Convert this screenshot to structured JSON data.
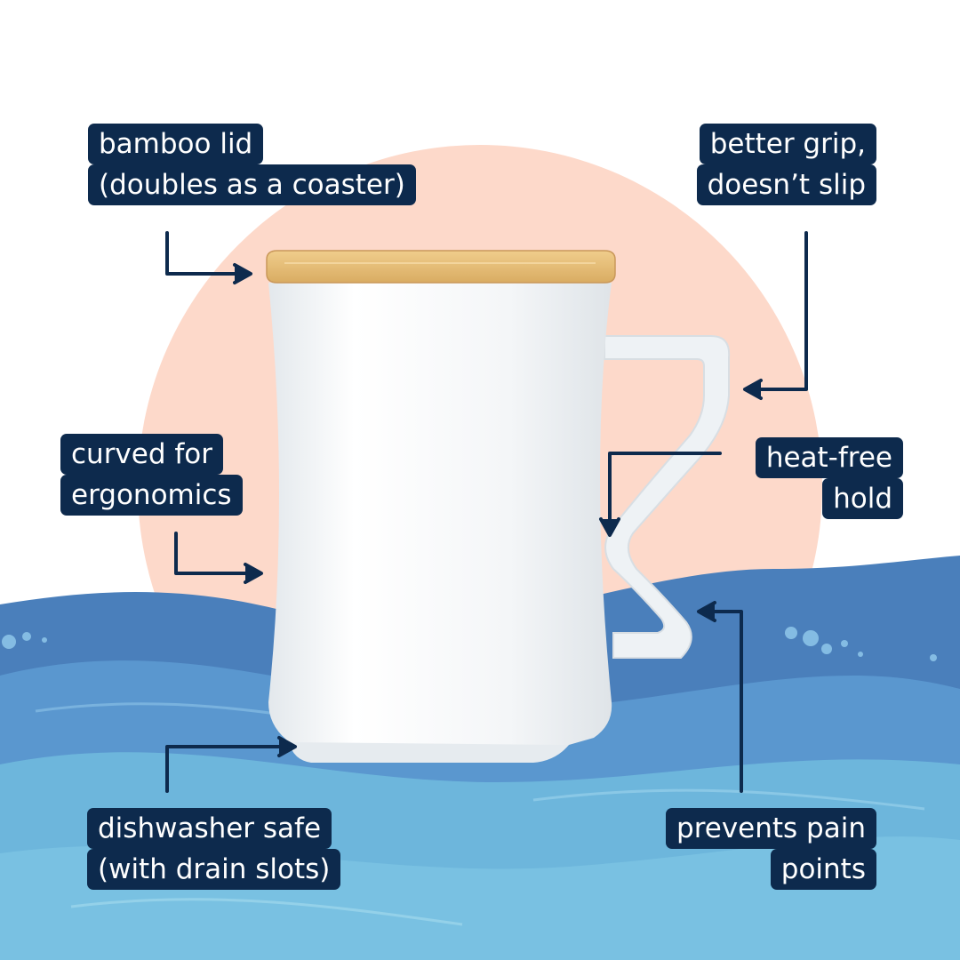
{
  "colors": {
    "background": "#ffffff",
    "circle": "#fdd9ca",
    "wave_dark": "#4a7fbb",
    "wave_mid": "#5a97cf",
    "wave_light": "#6db6dc",
    "label_bg": "#0d2a4d",
    "arrow": "#0d2a4d",
    "mug_body": "#f3f6f8",
    "lid": "#e3bc7a"
  },
  "callouts": {
    "lid": {
      "line1": "bamboo lid",
      "line2": "(doubles as a coaster)"
    },
    "grip": {
      "line1": "better grip,",
      "line2": "doesn’t slip"
    },
    "curve": {
      "line1": "curved for",
      "line2": "ergonomics"
    },
    "heat": {
      "line1": "heat-free",
      "line2": "hold"
    },
    "dishwasher": {
      "line1": "dishwasher safe",
      "line2": "(with drain slots)"
    },
    "pain": {
      "line1": "prevents pain",
      "line2": "points"
    }
  }
}
